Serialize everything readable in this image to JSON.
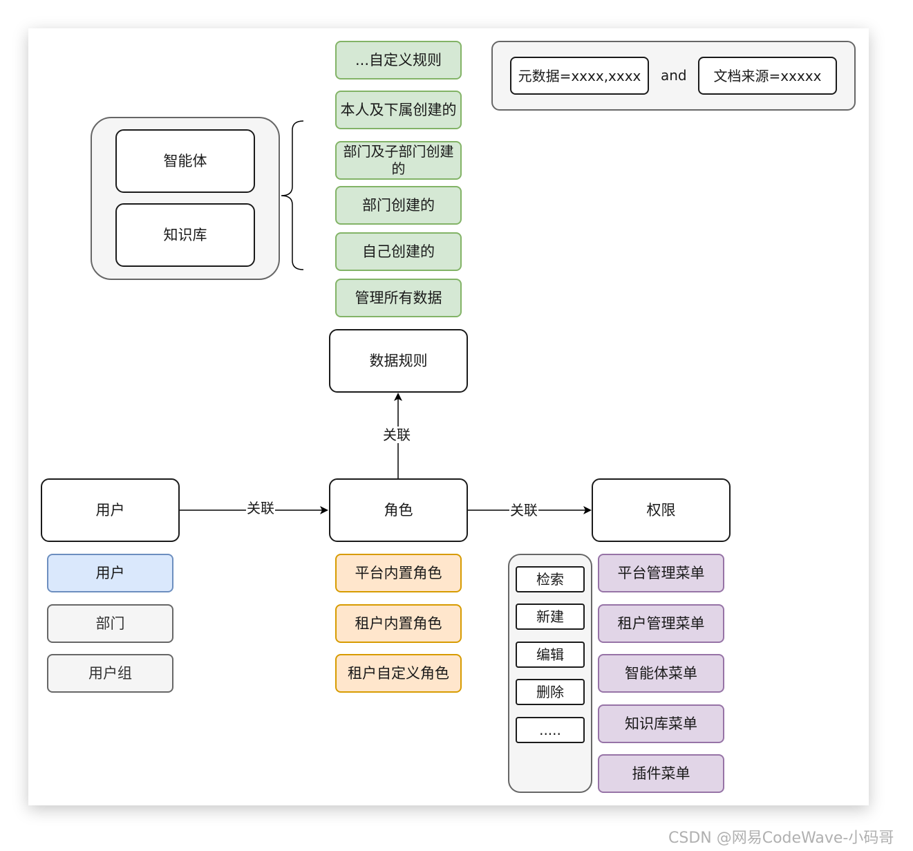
{
  "filter": {
    "metadata": "元数据=xxxx,xxxx",
    "connector": "and",
    "doc_source": "文档来源=xxxxx"
  },
  "resources": {
    "agent": "智能体",
    "knowledge": "知识库"
  },
  "data_rules": {
    "custom": "...自定义规则",
    "self_and_sub": "本人及下属创建的",
    "dept_and_subdept": "部门及子部门创建的",
    "dept": "部门创建的",
    "self": "自己创建的",
    "all": "管理所有数据"
  },
  "nodes": {
    "data_rule": "数据规则",
    "user": "用户",
    "role": "角色",
    "permission": "权限"
  },
  "edges": {
    "user_role": "关联",
    "role_perm": "关联",
    "role_rule": "关联"
  },
  "subjects": [
    "用户",
    "部门",
    "用户组"
  ],
  "roles": [
    "平台内置角色",
    "租户内置角色",
    "租户自定义角色"
  ],
  "actions": [
    "检索",
    "新建",
    "编辑",
    "删除",
    "....."
  ],
  "menus": [
    "平台管理菜单",
    "租户管理菜单",
    "智能体菜单",
    "知识库菜单",
    "插件菜单"
  ],
  "watermark": "CSDN @网易CodeWave-小码哥"
}
